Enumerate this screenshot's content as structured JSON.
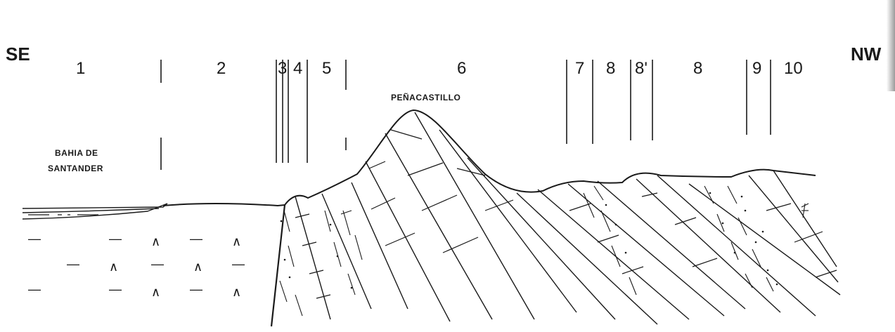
{
  "directions": {
    "left": "SE",
    "right": "NW"
  },
  "units": [
    "1",
    "2",
    "3",
    "4",
    "5",
    "6",
    "7",
    "8",
    "8'",
    "8",
    "9",
    "10"
  ],
  "places": {
    "peak": "PEÑACASTILLO",
    "bay_line1": "BAHIA DE",
    "bay_line2": "SANTANDER"
  },
  "colors": {
    "ink": "#1a1a1a",
    "paper": "#ffffff"
  }
}
